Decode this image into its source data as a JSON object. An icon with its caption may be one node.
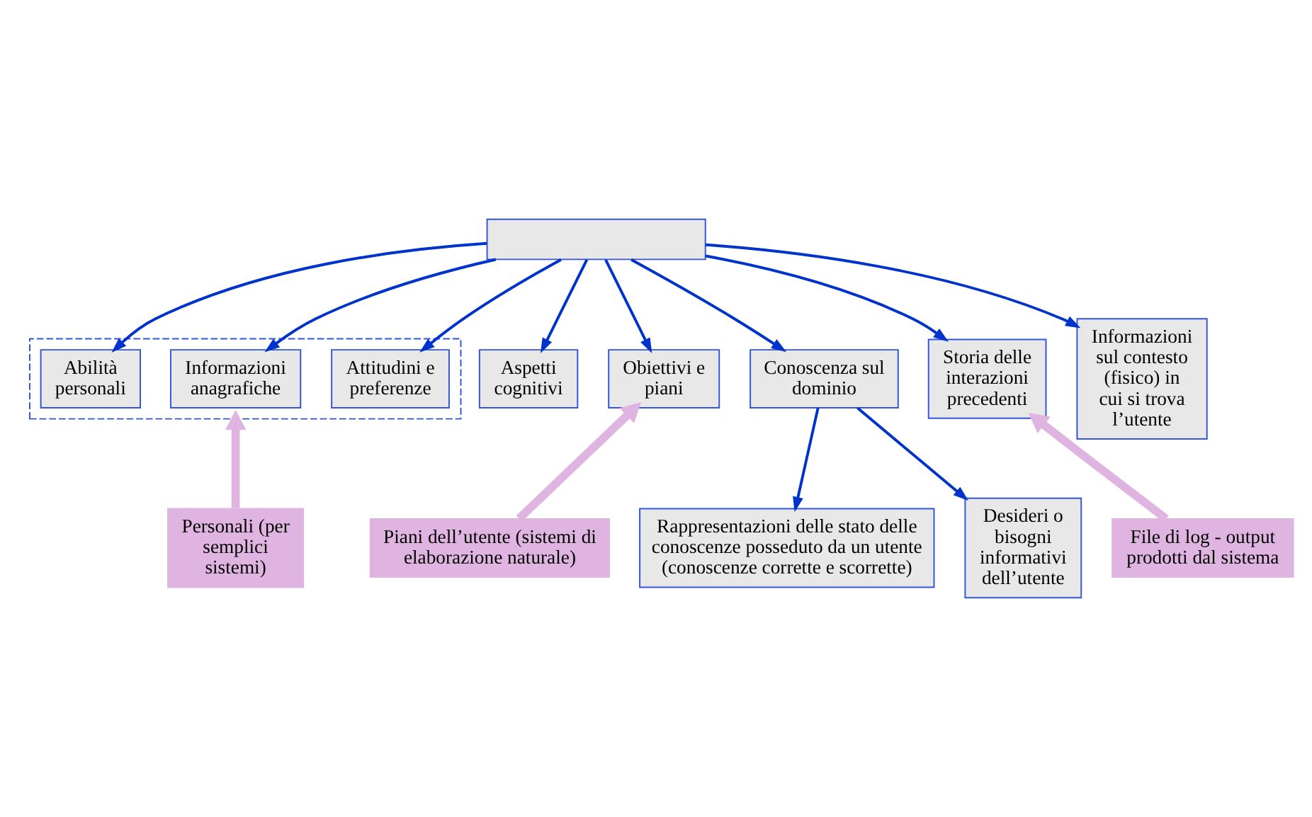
{
  "diagram": {
    "nodes": [
      {
        "text": [],
        "shape": "box"
      },
      {
        "text": [],
        "shape": "box"
      },
      {
        "text": [
          "Attitudini e preferenze"
        ],
        "in": 1
      },
      {
        "text": [
          "Informazioni anagrafiche"
        ],
        "in": 1
      },
      {
        "text": [
          "Abilità personali"
        ],
        "in": 1
      },
      {
        "text": [
          "Aspetti cognitivi"
        ]
      },
      {
        "text": [
          "Obiettivi e piani"
        ]
      },
      {
        "text": [
          "Conoscenza sul dominio"
        ]
      },
      {
        "text": [
          "Storia delle interazioni precedenti"
        ]
      },
      {
        "text": [
          "Informazioni sul contesto (fisico) in cui si trova l’utente"
        ]
      },
      {
        "text": [
          "Rappresentazioni delle stato delle conoscenze posseduto da un utente (conoscenze corrette e scorrette)"
        ]
      },
      {
        "text": [
          "Desideri o bisogni informativi dell’utente"
        ]
      },
      {
        "text": [
          "Personali (per semplici sistemi)"
        ]
      },
      {
        "text": [
          "Piani dell’utente (sistemi di elaborazione naturale)"
        ]
      },
      {
        "text": [
          "File di log - output prodotti dal sistema"
        ]
      }
    ],
    "edges": [
      {
        "from": 0,
        "to": 2,
        "arrow": "to"
      },
      {
        "from": 0,
        "to": 3,
        "arrow": "to"
      },
      {
        "from": 0,
        "to": 4,
        "arrow": "to"
      },
      {
        "from": 0,
        "to": 6,
        "arrow": "to"
      },
      {
        "from": 0,
        "to": 7,
        "arrow": "to"
      },
      {
        "from": 0,
        "to": 8,
        "arrow": "to"
      },
      {
        "from": 0,
        "to": 9,
        "arrow": "to"
      },
      {
        "from": 0,
        "to": 5,
        "arrow": "to"
      },
      {
        "from": 7,
        "to": 10,
        "arrow": "to"
      },
      {
        "from": 7,
        "to": 11,
        "arrow": "to"
      },
      {
        "from": 12,
        "to": 1,
        "arrow": "to",
        "style": "thick",
        "color": "#e0b4e0"
      },
      {
        "from": 13,
        "to": 6,
        "arrow": "to",
        "style": "thick",
        "color": "#e0b4e0"
      },
      {
        "from": 14,
        "to": 8,
        "arrow": "to",
        "style": "thick",
        "color": "#e0b4e0"
      }
    ]
  }
}
